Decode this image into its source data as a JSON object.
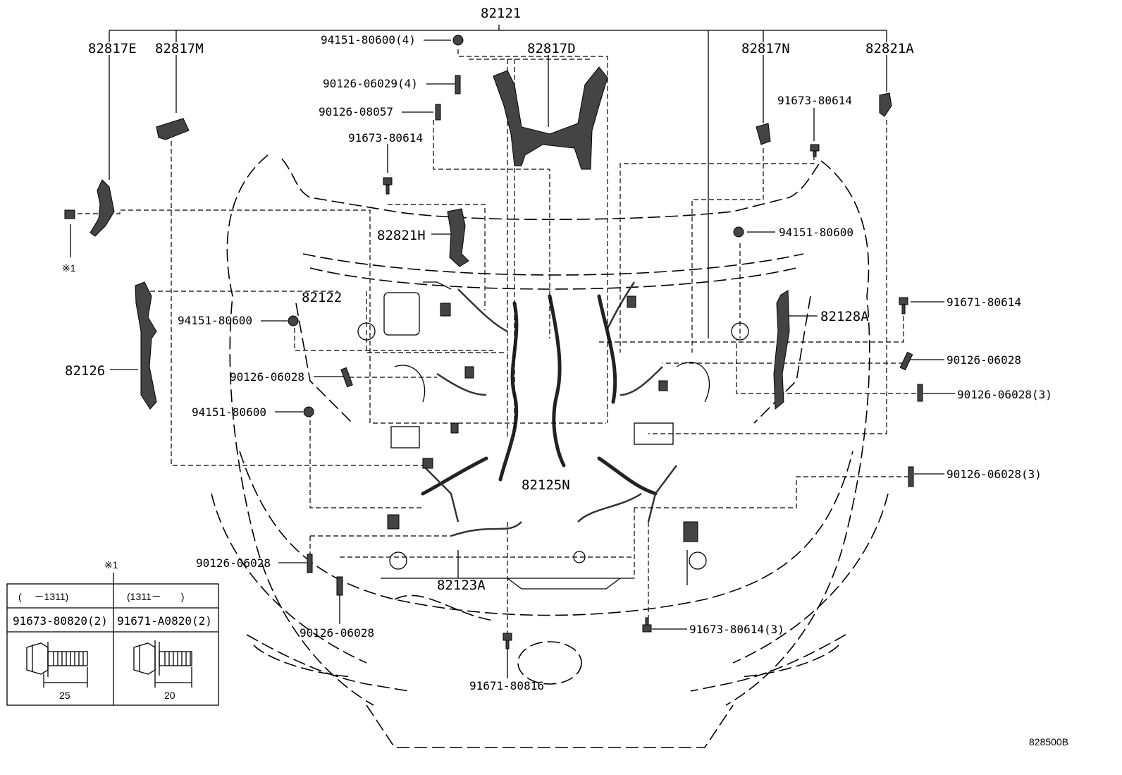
{
  "labels": {
    "p82121": "82121",
    "p82817E": "82817E",
    "p82817M": "82817M",
    "p82817D": "82817D",
    "p82817N": "82817N",
    "p82821A": "82821A",
    "p82821H": "82821H",
    "p82122": "82122",
    "p82126": "82126",
    "p82128A": "82128A",
    "p82125N": "82125N",
    "p82123A": "82123A",
    "b94151_80600_4": "94151-80600(4)",
    "b90126_06029_4": "90126-06029(4)",
    "b90126_08057": "90126-08057",
    "b91673_80614_a": "91673-80614",
    "b91673_80614_b": "91673-80614",
    "b94151_80600_r": "94151-80600",
    "b94151_80600_l1": "94151-80600",
    "b94151_80600_l2": "94151-80600",
    "b91671_80614": "91671-80614",
    "b90126_06028_r1": "90126-06028",
    "b90126_06028_3a": "90126-06028(3)",
    "b90126_06028_3b": "90126-06028(3)",
    "b90126_06028_l1": "90126-06028",
    "b90126_06028_l2": "90126-06028",
    "b90126_06028_l3": "90126-06028",
    "b91673_80614_3": "91673-80614(3)",
    "b91671_80816": "91671-80816",
    "note_ref": "※1",
    "note_ref_top": "※1",
    "diagram_code": "828500B"
  },
  "note_table": {
    "col1_range": "(　 －1311)",
    "col2_range": "(1311－　　)",
    "col1_part": "91673-80820(2)",
    "col2_part": "91671-A0820(2)",
    "col1_length": "25",
    "col2_length": "20"
  }
}
